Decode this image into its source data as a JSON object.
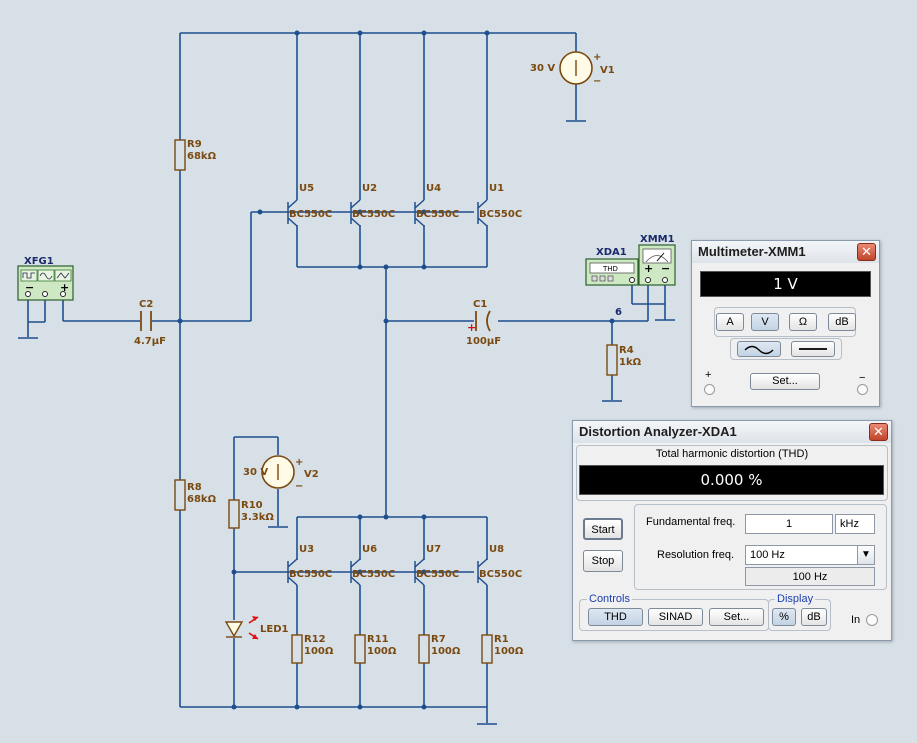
{
  "schematic": {
    "generator": "XFG1",
    "c2": {
      "ref": "C2",
      "value": "4.7µF"
    },
    "r9": {
      "ref": "R9",
      "value": "68kΩ"
    },
    "r8": {
      "ref": "R8",
      "value": "68kΩ"
    },
    "r10": {
      "ref": "R10",
      "value": "3.3kΩ"
    },
    "v1": {
      "ref": "V1",
      "value": "30 V"
    },
    "v2": {
      "ref": "V2",
      "value": "30 V"
    },
    "top_transistors": [
      {
        "ref": "U5",
        "model": "BC550C"
      },
      {
        "ref": "U2",
        "model": "BC550C"
      },
      {
        "ref": "U4",
        "model": "BC550C"
      },
      {
        "ref": "U1",
        "model": "BC550C"
      }
    ],
    "bottom_transistors": [
      {
        "ref": "U3",
        "model": "BC550C"
      },
      {
        "ref": "U6",
        "model": "BC550C"
      },
      {
        "ref": "U7",
        "model": "BC550C"
      },
      {
        "ref": "U8",
        "model": "BC550C"
      }
    ],
    "emitter_resistors": [
      {
        "ref": "R12",
        "value": "100Ω"
      },
      {
        "ref": "R11",
        "value": "100Ω"
      },
      {
        "ref": "R7",
        "value": "100Ω"
      },
      {
        "ref": "R1",
        "value": "100Ω"
      }
    ],
    "led": "LED1",
    "c1": {
      "ref": "C1",
      "value": "100µF"
    },
    "r4": {
      "ref": "R4",
      "value": "1kΩ"
    },
    "node_label": "6",
    "xda_ref": "XDA1",
    "xda_screen": "THD",
    "xmm_ref": "XMM1",
    "plus": "+",
    "minus": "−"
  },
  "multimeter": {
    "title": "Multimeter-XMM1",
    "close": "✕",
    "display": "1 V",
    "modes": [
      "A",
      "V",
      "Ω",
      "dB"
    ],
    "active_mode": "V",
    "set_label": "Set...",
    "plus": "+",
    "minus": "−"
  },
  "distortion": {
    "title": "Distortion Analyzer-XDA1",
    "close": "✕",
    "heading": "Total harmonic distortion (THD)",
    "display": "0.000 %",
    "start_label": "Start",
    "stop_label": "Stop",
    "fund_label": "Fundamental freq.",
    "fund_value": "1",
    "fund_unit": "kHz",
    "res_label": "Resolution freq.",
    "res_value": "100 Hz",
    "res_readout": "100 Hz",
    "controls_label": "Controls",
    "thd_btn": "THD",
    "sinad_btn": "SINAD",
    "set_btn": "Set...",
    "display_label": "Display",
    "pct_btn": "%",
    "db_btn": "dB",
    "in_label": "In"
  }
}
